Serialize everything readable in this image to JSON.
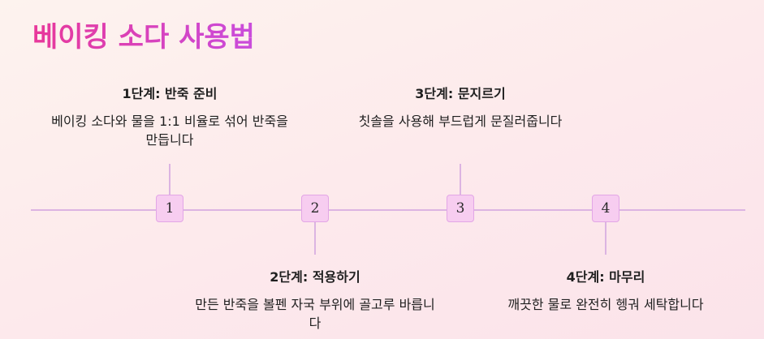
{
  "title": "베이킹 소다 사용법",
  "colors": {
    "title_start": "#e8389a",
    "title_end": "#c94cdc",
    "node_fill": "#f7cdf0",
    "line": "#dcb4e2"
  },
  "steps": [
    {
      "number": "1",
      "title": "1단계: 반죽 준비",
      "description": "베이킹 소다와 물을 1:1 비율로 섞어 반죽을 만듭니다",
      "position": "above"
    },
    {
      "number": "2",
      "title": "2단계: 적용하기",
      "description": "만든 반죽을 볼펜 자국 부위에 골고루 바릅니다",
      "position": "below"
    },
    {
      "number": "3",
      "title": "3단계: 문지르기",
      "description": "칫솔을 사용해 부드럽게 문질러줍니다",
      "position": "above"
    },
    {
      "number": "4",
      "title": "4단계: 마무리",
      "description": "깨끗한 물로 완전히 헹궈 세탁합니다",
      "position": "below"
    }
  ]
}
